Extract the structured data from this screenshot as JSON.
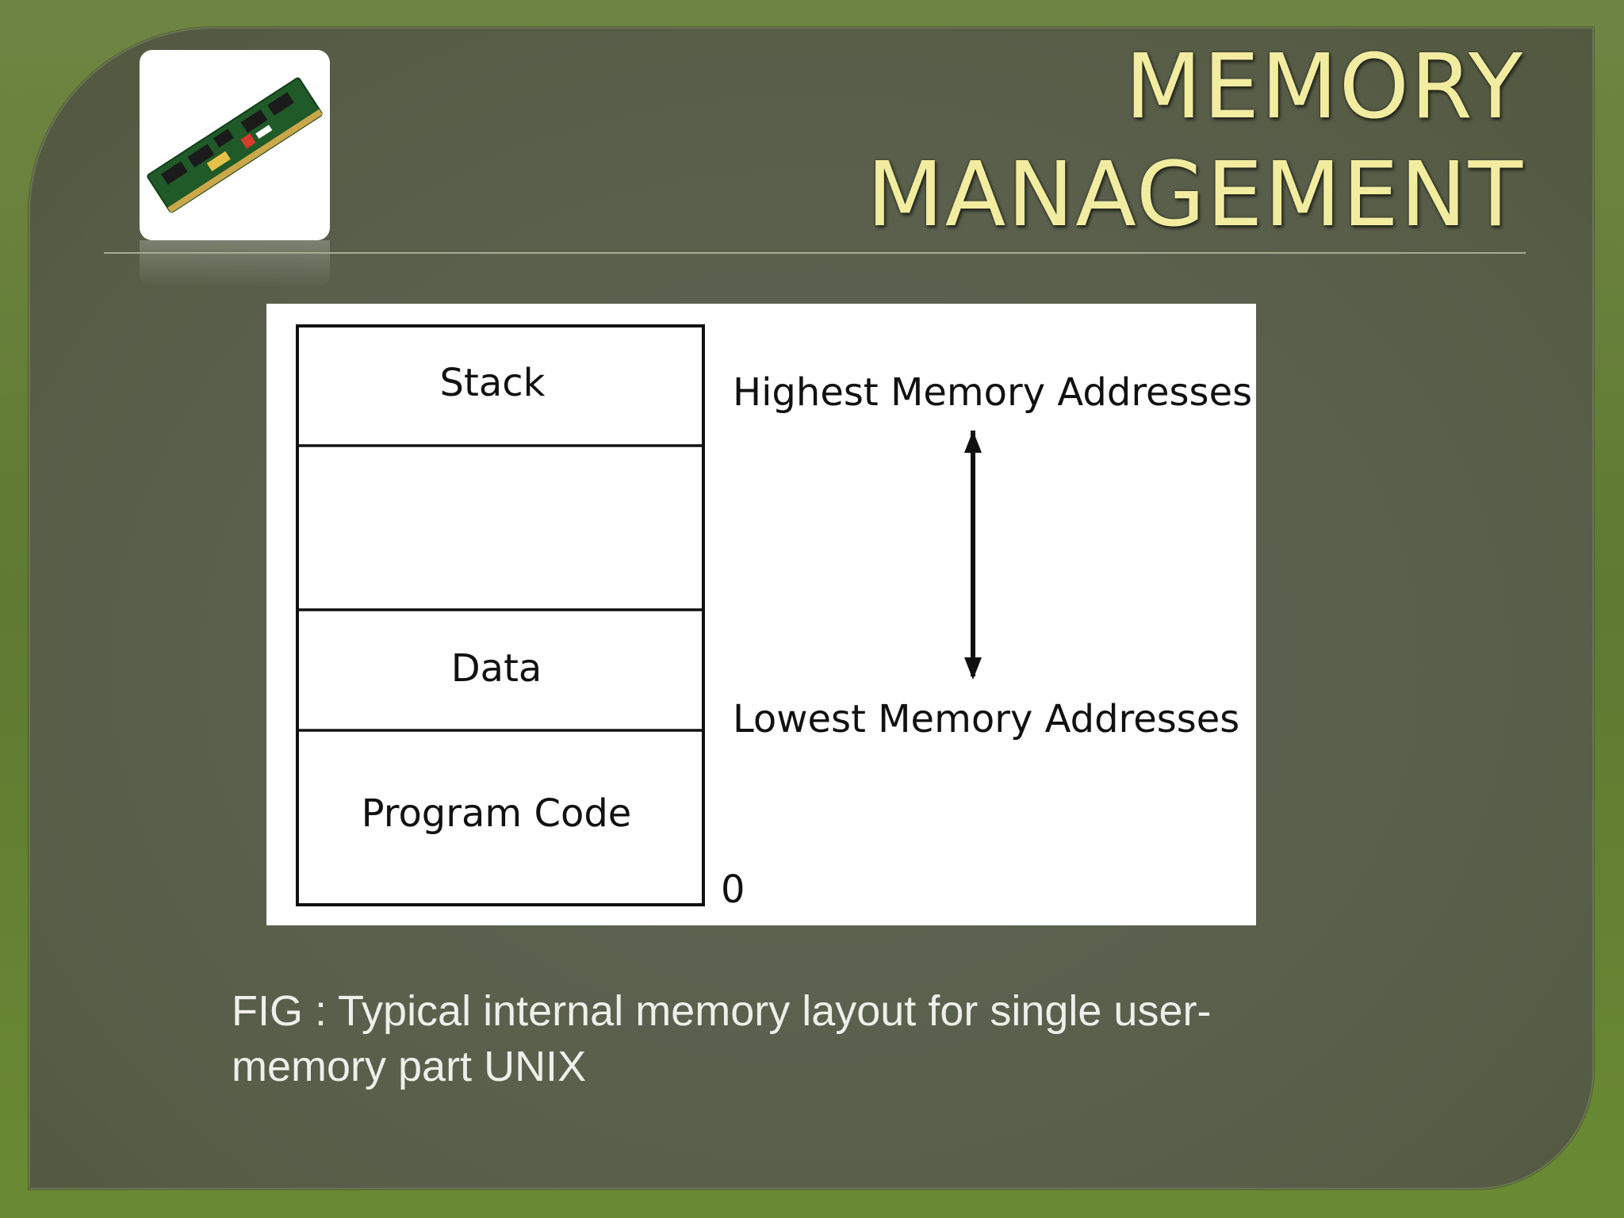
{
  "slide": {
    "title_line1": "MEMORY",
    "title_line2": "MANAGEMENT",
    "thumbnail_icon": "ram-module-icon"
  },
  "diagram": {
    "segments": [
      {
        "label": "Stack"
      },
      {
        "label": ""
      },
      {
        "label": "Data"
      },
      {
        "label": "Program Code"
      }
    ],
    "highest_label": "Highest Memory Addresses",
    "lowest_label": "Lowest Memory Addresses",
    "zero_label": "0",
    "arrow_icon": "double-headed-arrow-icon"
  },
  "caption": {
    "line1": "FIG : Typical internal memory layout for  single user-",
    "line2": "memory part UNIX"
  },
  "colors": {
    "title": "#f2eca0",
    "panel": "#5a6049",
    "frame": "#6a8a33"
  }
}
